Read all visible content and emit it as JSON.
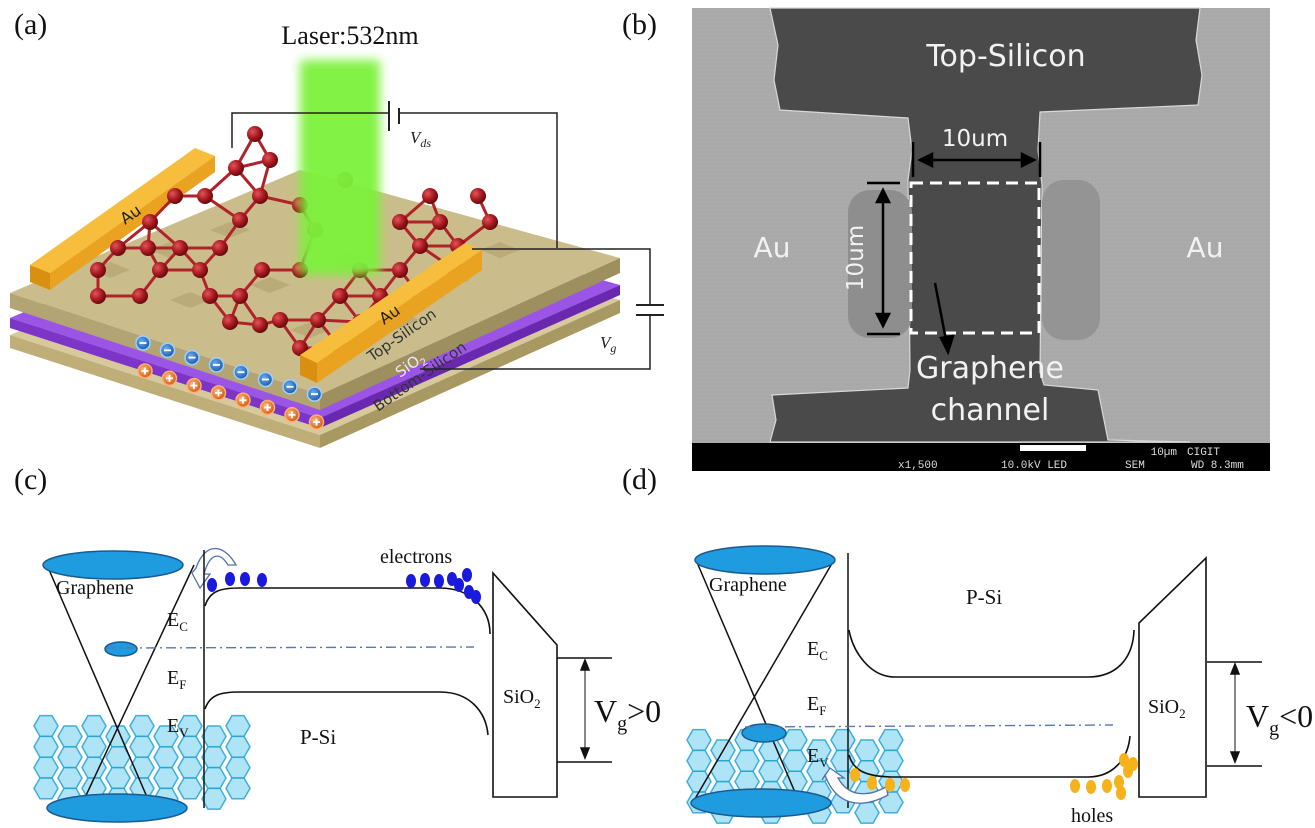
{
  "panels": {
    "a": {
      "label": "(a)",
      "laser_label": "Laser:532nm",
      "vds_label": "V",
      "vds_sub": "ds",
      "vg_label": "V",
      "vg_sub": "g",
      "electrode_left": "Au",
      "electrode_right": "Au",
      "layer_top": "Top-Silicon",
      "layer_oxide": "SiO",
      "layer_oxide_sub": "2",
      "layer_bottom": "Bottom-Silicon",
      "negative_charge_symbol": "−",
      "positive_charge_symbol": "+",
      "negative_charge_count": 8,
      "positive_charge_count": 8
    },
    "b": {
      "label": "(b)",
      "region_top": "Top-Silicon",
      "region_left": "Au",
      "region_right": "Au",
      "width_dim": "10um",
      "height_dim": "10um",
      "channel_line1": "Graphene",
      "channel_line2": "channel",
      "sem_bar": {
        "scale": "10µm",
        "org": "CIGIT",
        "magnification": "x1,500",
        "voltage": "10.0kV LED",
        "mode": "SEM",
        "wd": "WD 8.3mm"
      }
    },
    "c": {
      "label": "(c)",
      "graphene_label": "Graphene",
      "ec": "E",
      "ec_sub": "C",
      "ef": "E",
      "ef_sub": "F",
      "ev": "E",
      "ev_sub": "V",
      "carriers_label": "electrons",
      "semiconductor": "P-Si",
      "oxide": "SiO",
      "oxide_sub": "2",
      "gate_v": "V",
      "gate_sub": "g",
      "gate_cond": ">0",
      "carrier_color": "#1a1adc"
    },
    "d": {
      "label": "(d)",
      "graphene_label": "Graphene",
      "ec": "E",
      "ec_sub": "C",
      "ef": "E",
      "ef_sub": "F",
      "ev": "E",
      "ev_sub": "V",
      "carriers_label": "holes",
      "semiconductor": "P-Si",
      "oxide": "SiO",
      "oxide_sub": "2",
      "gate_v": "V",
      "gate_sub": "g",
      "gate_cond": "<0",
      "carrier_color": "#f5b21a"
    }
  },
  "colors": {
    "laser": "#7cf23a",
    "gold": "#f2a921",
    "atom": "#a8191f",
    "silicon": "#c9bb8a",
    "oxide": "#8a3fd9",
    "cone": "#1f9be0",
    "hex": "#9fe0f2"
  }
}
